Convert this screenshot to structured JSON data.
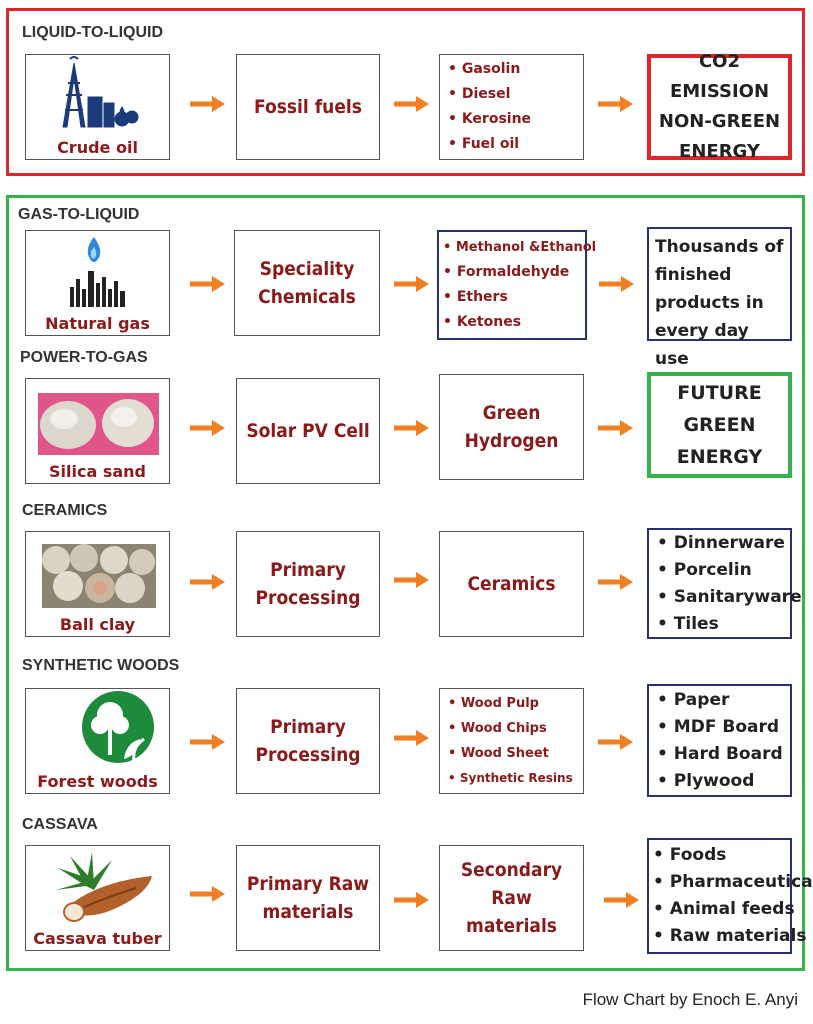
{
  "sections": [
    {
      "title": "LIQUID-TO-LIQUID",
      "source": "Crude oil",
      "step1": "Fossil fuels",
      "list": [
        "Gasolin",
        "Diesel",
        "Kerosine",
        "Fuel oil"
      ],
      "final": "CO2 EMISSION NON-GREEN ENERGY"
    },
    {
      "title": "GAS-TO-LIQUID",
      "source": "Natural gas",
      "step1": "Speciality Chemicals",
      "list": [
        "Methanol &Ethanol",
        "Formaldehyde",
        "Ethers",
        "Ketones"
      ],
      "final": "Thousands of finished products in every day use"
    },
    {
      "title": "POWER-TO-GAS",
      "source": "Silica sand",
      "step1": "Solar PV Cell",
      "step2": "Green Hydrogen",
      "final": "FUTURE GREEN ENERGY"
    },
    {
      "title": "CERAMICS",
      "source": "Ball clay",
      "step1": "Primary Processing",
      "step2": "Ceramics",
      "list": [
        "Dinnerware",
        "Porcelin",
        "Sanitaryware",
        "Tiles"
      ]
    },
    {
      "title": "SYNTHETIC WOODS",
      "source": "Forest woods",
      "step1": "Primary Processing",
      "list": [
        "Wood Pulp",
        "Wood Chips",
        "Wood Sheet",
        "Synthetic Resins"
      ],
      "final_list": [
        "Paper",
        "MDF Board",
        "Hard Board",
        "Plywood"
      ]
    },
    {
      "title": "CASSAVA",
      "source": "Cassava tuber",
      "step1": "Primary Raw materials",
      "step2": "Secondary Raw materials",
      "final_list": [
        "Foods",
        "Pharmaceuticals",
        "Animal feeds",
        "Raw materials"
      ]
    }
  ],
  "credit": "Flow Chart by Enoch E. Anyi",
  "colors": {
    "red_frame": "#e0252b",
    "green_frame": "#36b24a",
    "arrow": "#f07f23",
    "maroon": "#8b1a1a",
    "navy": "#2a2f7a"
  }
}
